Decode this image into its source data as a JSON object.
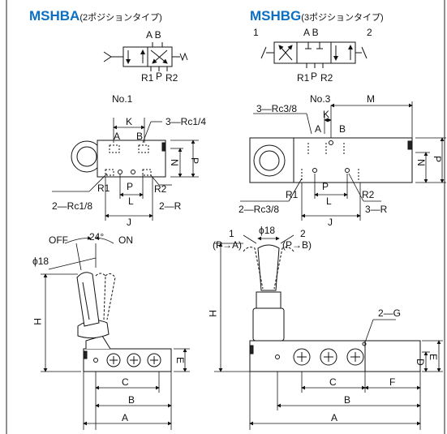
{
  "titles": {
    "left_main": "MSHBA",
    "left_sub": "(2ポジションタイプ)",
    "right_main": "MSHBG",
    "right_sub": "(3ポジションタイプ)"
  },
  "symbols": {
    "ab": "A B",
    "port_r1": "R1",
    "port_p": "P",
    "port_r2": "R2",
    "pos_1": "1",
    "pos_2": "2"
  },
  "left_plan": {
    "no": "No.1",
    "port_note": "3—Rc1/4",
    "bottom_note": "2—Rc1/8",
    "r_note": "2—R",
    "labels": {
      "K": "K",
      "A": "A",
      "B": "B",
      "N": "N",
      "P_dim": "P",
      "R1": "R1",
      "P": "P",
      "R2": "R2",
      "L": "L",
      "J": "J"
    }
  },
  "right_plan": {
    "no": "No.3",
    "port_note": "3—Rc3/8",
    "bottom_note": "2—Rc3/8",
    "r_note": "3—R",
    "labels": {
      "K": "K",
      "M": "M",
      "A": "A",
      "B": "B",
      "N": "N",
      "P_dim": "P",
      "R1": "R1",
      "P": "P",
      "R2": "R2",
      "L": "L",
      "J": "J"
    }
  },
  "left_side": {
    "off": "OFF",
    "on": "ON",
    "angle": "24°",
    "phi": "ϕ18",
    "labels": {
      "H": "H",
      "E": "E",
      "C": "C",
      "B": "B",
      "A": "A"
    }
  },
  "right_side": {
    "phi": "ϕ18",
    "pos1": "1",
    "pos1_sub": "(P→A)",
    "pos2": "2",
    "pos2_sub": "(P→B)",
    "g_note": "2—G",
    "labels": {
      "H": "H",
      "D": "D",
      "E": "E",
      "C": "C",
      "F": "F",
      "B": "B",
      "A": "A"
    }
  }
}
